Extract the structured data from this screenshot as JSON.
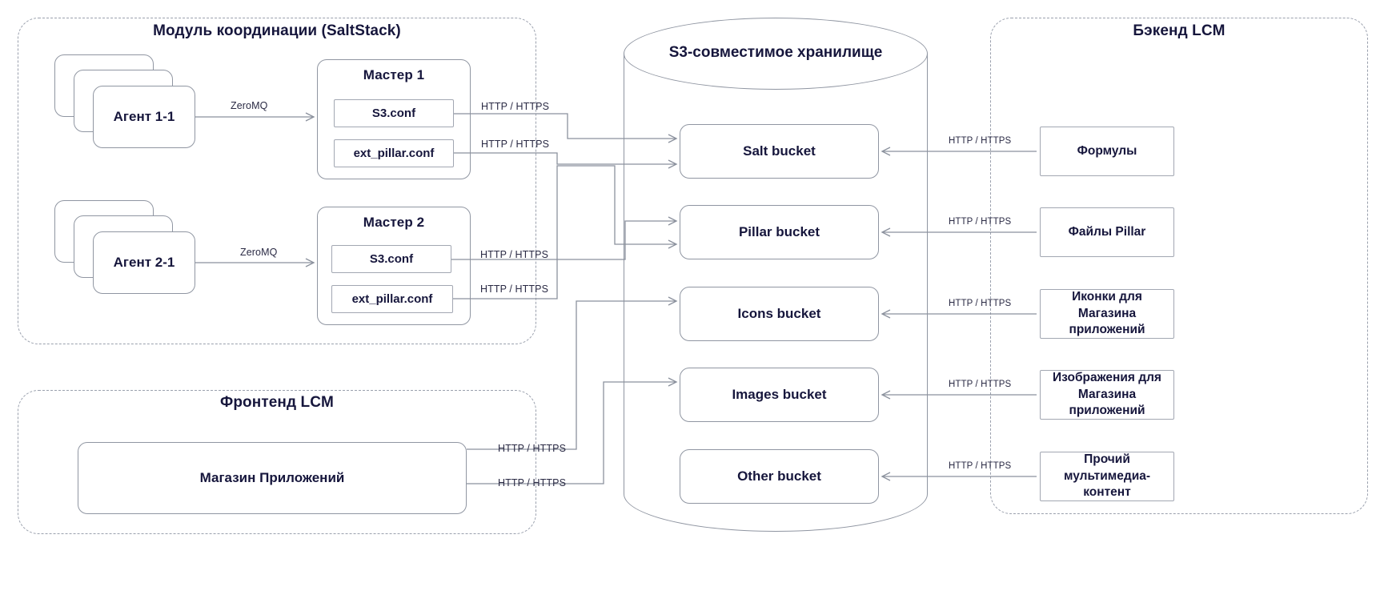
{
  "groups": {
    "coordination": {
      "title": "Модуль координации (SaltStack)"
    },
    "frontend": {
      "title": "Фронтенд LCM"
    },
    "backend": {
      "title": "Бэкенд LCM"
    }
  },
  "storage": {
    "title": "S3-совместимое хранилище",
    "buckets": [
      {
        "label": "Salt bucket"
      },
      {
        "label": "Pillar bucket"
      },
      {
        "label": "Icons bucket"
      },
      {
        "label": "Images bucket"
      },
      {
        "label": "Other bucket"
      }
    ]
  },
  "agents": [
    {
      "label": "Агент 1-1"
    },
    {
      "label": "Агент 2-1"
    }
  ],
  "masters": [
    {
      "title": "Мастер 1",
      "configs": [
        {
          "label": "S3.conf"
        },
        {
          "label": "ext_pillar.conf"
        }
      ]
    },
    {
      "title": "Мастер 2",
      "configs": [
        {
          "label": "S3.conf"
        },
        {
          "label": "ext_pillar.conf"
        }
      ]
    }
  ],
  "frontend_node": {
    "label": "Магазин Приложений"
  },
  "backend_nodes": [
    {
      "label": "Формулы"
    },
    {
      "label": "Файлы Pillar"
    },
    {
      "label": "Иконки для\nМагазина\nприложений"
    },
    {
      "label": "Изображения для\nМагазина\nприложений"
    },
    {
      "label": "Прочий\nмультимедиа-\nконтент"
    }
  ],
  "edge_labels": {
    "zeromq": "ZeroMQ",
    "http": "HTTP / HTTPS"
  },
  "colors": {
    "text": "#16163c",
    "stroke": "#8b919d",
    "dashed_group": "#9aa0ad",
    "background": "#ffffff"
  }
}
